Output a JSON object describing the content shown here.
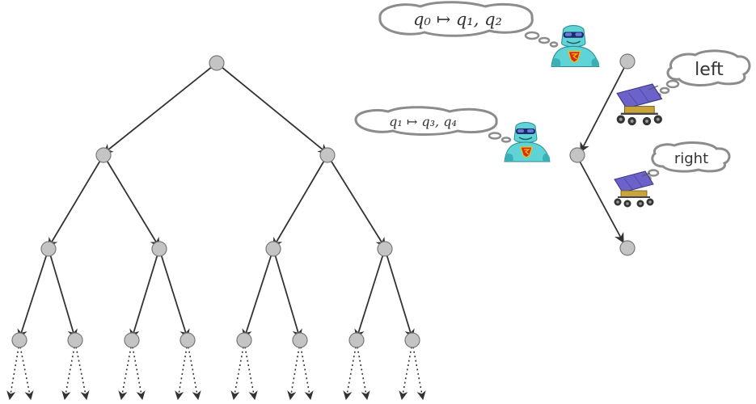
{
  "diagram": {
    "thought_top": "q₀ ↦ q₁, q₂",
    "thought_middle": "q₁ ↦ q₃, q₄",
    "bubble_left": "left",
    "bubble_right": "right"
  },
  "colors": {
    "node_fill": "#c4c4c4",
    "node_stroke": "#777777",
    "edge": "#333333",
    "cloud_stroke": "#8c8c8c",
    "robot_body": "#5fd3d6",
    "rover_panel": "#6b63c9"
  },
  "icons": {
    "automaton_character": "robot-icon",
    "environment_character": "rover-icon"
  }
}
